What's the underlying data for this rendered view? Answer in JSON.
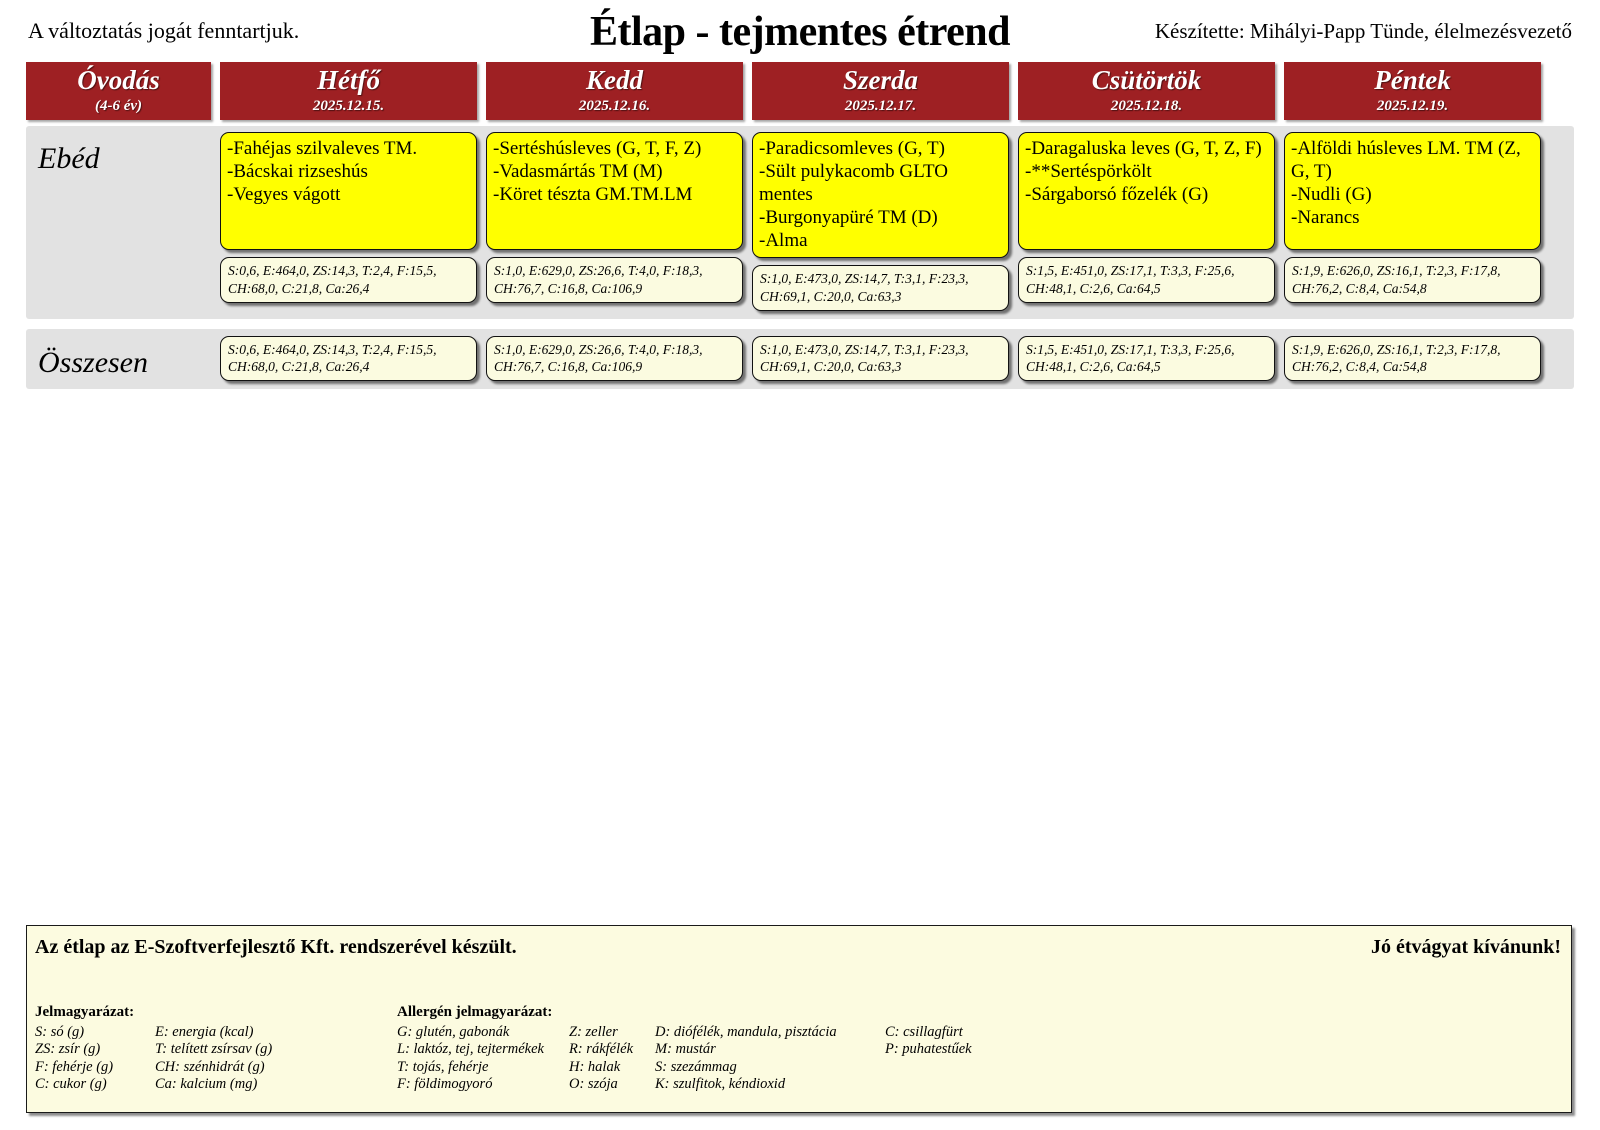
{
  "header": {
    "disclaimer": "A változtatás jogát fenntartjuk.",
    "title": "Étlap - tejmentes étrend",
    "author": "Készítette: Mihályi-Papp Tünde, élelmezésvezető"
  },
  "colors": {
    "header_red": "#9E2023",
    "dish_yellow": "#FFFF00",
    "nutrition_cream": "#FBFBE0",
    "band_gray": "#E2E2E2",
    "footer_cream": "#FCFBE0"
  },
  "table": {
    "columns": [
      {
        "day": "Óvodás",
        "date": "(4-6 év)"
      },
      {
        "day": "Hétfő",
        "date": "2025.12.15."
      },
      {
        "day": "Kedd",
        "date": "2025.12.16."
      },
      {
        "day": "Szerda",
        "date": "2025.12.17."
      },
      {
        "day": "Csütörtök",
        "date": "2025.12.18."
      },
      {
        "day": "Péntek",
        "date": "2025.12.19."
      }
    ],
    "rows": [
      {
        "label": "Ebéd",
        "cells": [
          {
            "dishes": [
              "-Fahéjas szilvaleves TM.",
              "-Bácskai rizseshús",
              "-Vegyes vágott"
            ],
            "nutrition": "S:0,6, E:464,0, ZS:14,3, T:2,4, F:15,5, CH:68,0, C:21,8, Ca:26,4"
          },
          {
            "dishes": [
              "-Sertéshúsleves (G, T, F, Z)",
              "-Vadasmártás TM (M)",
              "-Köret tészta GM.TM.LM"
            ],
            "nutrition": "S:1,0, E:629,0, ZS:26,6, T:4,0, F:18,3, CH:76,7, C:16,8, Ca:106,9"
          },
          {
            "dishes": [
              "-Paradicsomleves (G, T)",
              "-Sült pulykacomb GLTO mentes",
              "-Burgonyapüré TM (D)",
              "-Alma"
            ],
            "nutrition": "S:1,0, E:473,0, ZS:14,7, T:3,1, F:23,3, CH:69,1, C:20,0, Ca:63,3"
          },
          {
            "dishes": [
              "-Daragaluska leves (G, T, Z, F)",
              "-**Sertéspörkölt",
              "-Sárgaborsó főzelék (G)"
            ],
            "nutrition": "S:1,5, E:451,0, ZS:17,1, T:3,3, F:25,6, CH:48,1, C:2,6, Ca:64,5"
          },
          {
            "dishes": [
              "-Alföldi húsleves LM. TM (Z, G, T)",
              "-Nudli (G)",
              "-Narancs"
            ],
            "nutrition": "S:1,9, E:626,0, ZS:16,1, T:2,3, F:17,8, CH:76,2, C:8,4, Ca:54,8"
          }
        ]
      }
    ],
    "totals": {
      "label": "Összesen",
      "cells": [
        "S:0,6, E:464,0, ZS:14,3, T:2,4, F:15,5, CH:68,0, C:21,8, Ca:26,4",
        "S:1,0, E:629,0, ZS:26,6, T:4,0, F:18,3, CH:76,7, C:16,8, Ca:106,9",
        "S:1,0, E:473,0, ZS:14,7, T:3,1, F:23,3, CH:69,1, C:20,0, Ca:63,3",
        "S:1,5, E:451,0, ZS:17,1, T:3,3, F:25,6, CH:48,1, C:2,6, Ca:64,5",
        "S:1,9, E:626,0, ZS:16,1, T:2,3, F:17,8, CH:76,2, C:8,4, Ca:54,8"
      ]
    }
  },
  "footer": {
    "system_note": "Az étlap az E-Szoftverfejlesztő Kft. rendszerével készült.",
    "wish": "Jó étvágyat kívánunk!",
    "legend_title": "Jelmagyarázat:",
    "legend_col1": [
      "S: só (g)",
      "ZS: zsír (g)",
      "F: fehérje (g)",
      "C: cukor (g)"
    ],
    "legend_col2": [
      "E: energia (kcal)",
      "T: telített zsírsav (g)",
      "CH: szénhidrát (g)",
      "Ca: kalcium (mg)"
    ],
    "allergen_title": "Allergén jelmagyarázat:",
    "allergen_col1": [
      "G: glutén, gabonák",
      "L: laktóz, tej, tejtermékek",
      "T: tojás, fehérje",
      "F: földimogyoró"
    ],
    "allergen_col2": [
      "Z: zeller",
      "R: rákfélék",
      "H: halak",
      "O: szója"
    ],
    "allergen_col3": [
      "D: diófélék, mandula, pisztácia",
      "M: mustár",
      "S: szezámmag",
      "K: szulfitok, kéndioxid"
    ],
    "allergen_col4": [
      "C: csillagfürt",
      "P: puhatestűek"
    ]
  }
}
